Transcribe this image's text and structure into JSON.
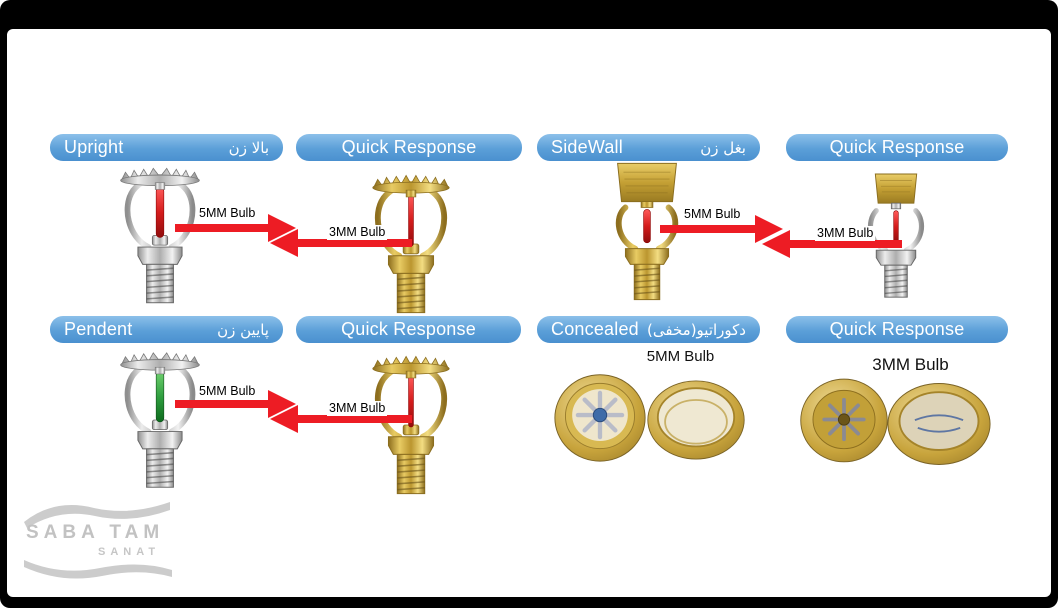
{
  "pills": [
    {
      "en": "Upright",
      "fa": "بالا زن"
    },
    {
      "en": "Quick Response",
      "fa": ""
    },
    {
      "en": "SideWall",
      "fa": "بغل زن"
    },
    {
      "en": "Quick Response",
      "fa": ""
    },
    {
      "en": "Pendent",
      "fa": "پایین زن"
    },
    {
      "en": "Quick Response",
      "fa": ""
    },
    {
      "en": "Concealed",
      "fa": "دکوراتیو(مخفی)"
    },
    {
      "en": "Quick Response",
      "fa": ""
    }
  ],
  "annotations": {
    "upright_bulb": "5MM Bulb",
    "upright_qr_bulb": "3MM Bulb",
    "sidewall_bulb": "5MM Bulb",
    "sidewall_qr_bulb": "3MM Bulb",
    "pendent_bulb": "5MM Bulb",
    "pendent_qr_bulb": "3MM Bulb",
    "concealed_bulb": "5MM Bulb",
    "concealed_qr_bulb": "3MM Bulb"
  },
  "watermark": {
    "title": "SABA TAM",
    "subtitle": "SANAT"
  },
  "colors": {
    "pill_blue": "#5b9fd8",
    "arrow_red": "#ed1c24",
    "brass": "#c4a034",
    "chrome": "#c6c6c6",
    "bulb_red": "#d41c1c",
    "bulb_green": "#2f9e3f",
    "frame_black": "#000000"
  }
}
